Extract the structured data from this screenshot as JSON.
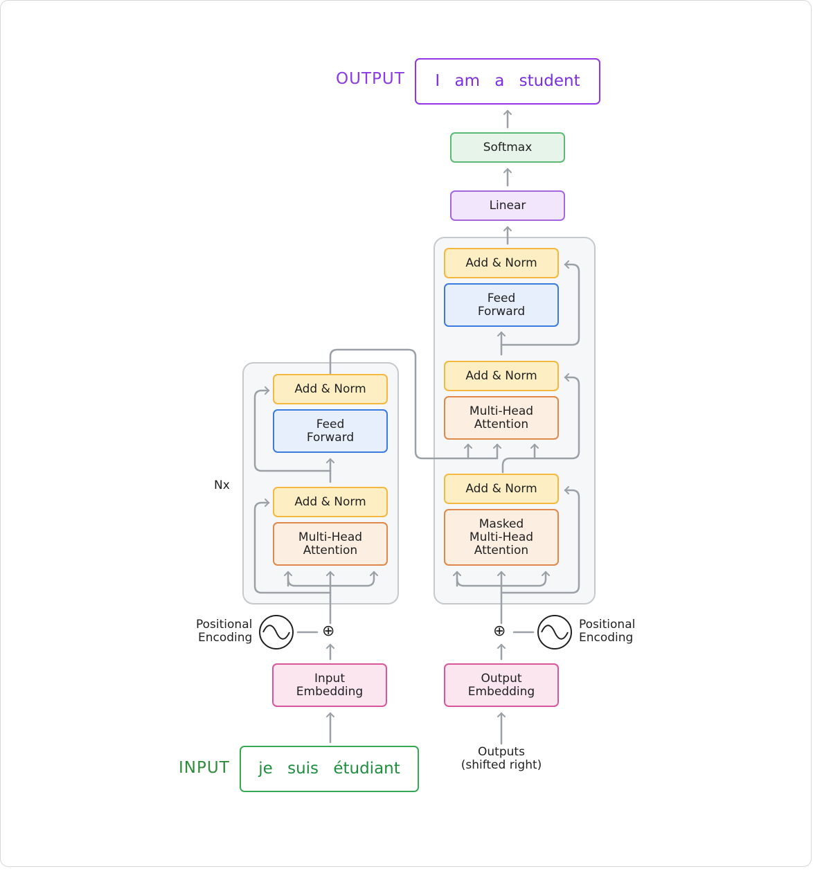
{
  "labels": {
    "output": "OUTPUT",
    "input": "INPUT",
    "nx": "Nx",
    "pos_enc_left": "Positional\nEncoding",
    "pos_enc_right": "Positional\nEncoding",
    "outputs_shifted": "Outputs\n(shifted right)"
  },
  "boxes": {
    "output_sentence": "I am a student",
    "softmax": "Softmax",
    "linear": "Linear",
    "dec_add_norm_3": "Add & Norm",
    "dec_feed_forward": "Feed\nForward",
    "dec_add_norm_2": "Add & Norm",
    "dec_multi_head": "Multi-Head\nAttention",
    "dec_add_norm_1": "Add & Norm",
    "dec_masked": "Masked\nMulti-Head\nAttention",
    "enc_add_norm_2": "Add & Norm",
    "enc_feed_forward": "Feed\nForward",
    "enc_add_norm_1": "Add & Norm",
    "enc_multi_head": "Multi-Head\nAttention",
    "input_embedding": "Input\nEmbedding",
    "output_embedding": "Output\nEmbedding",
    "input_sentence": "je suis étudiant"
  },
  "symbols": {
    "plus": "⊕"
  }
}
